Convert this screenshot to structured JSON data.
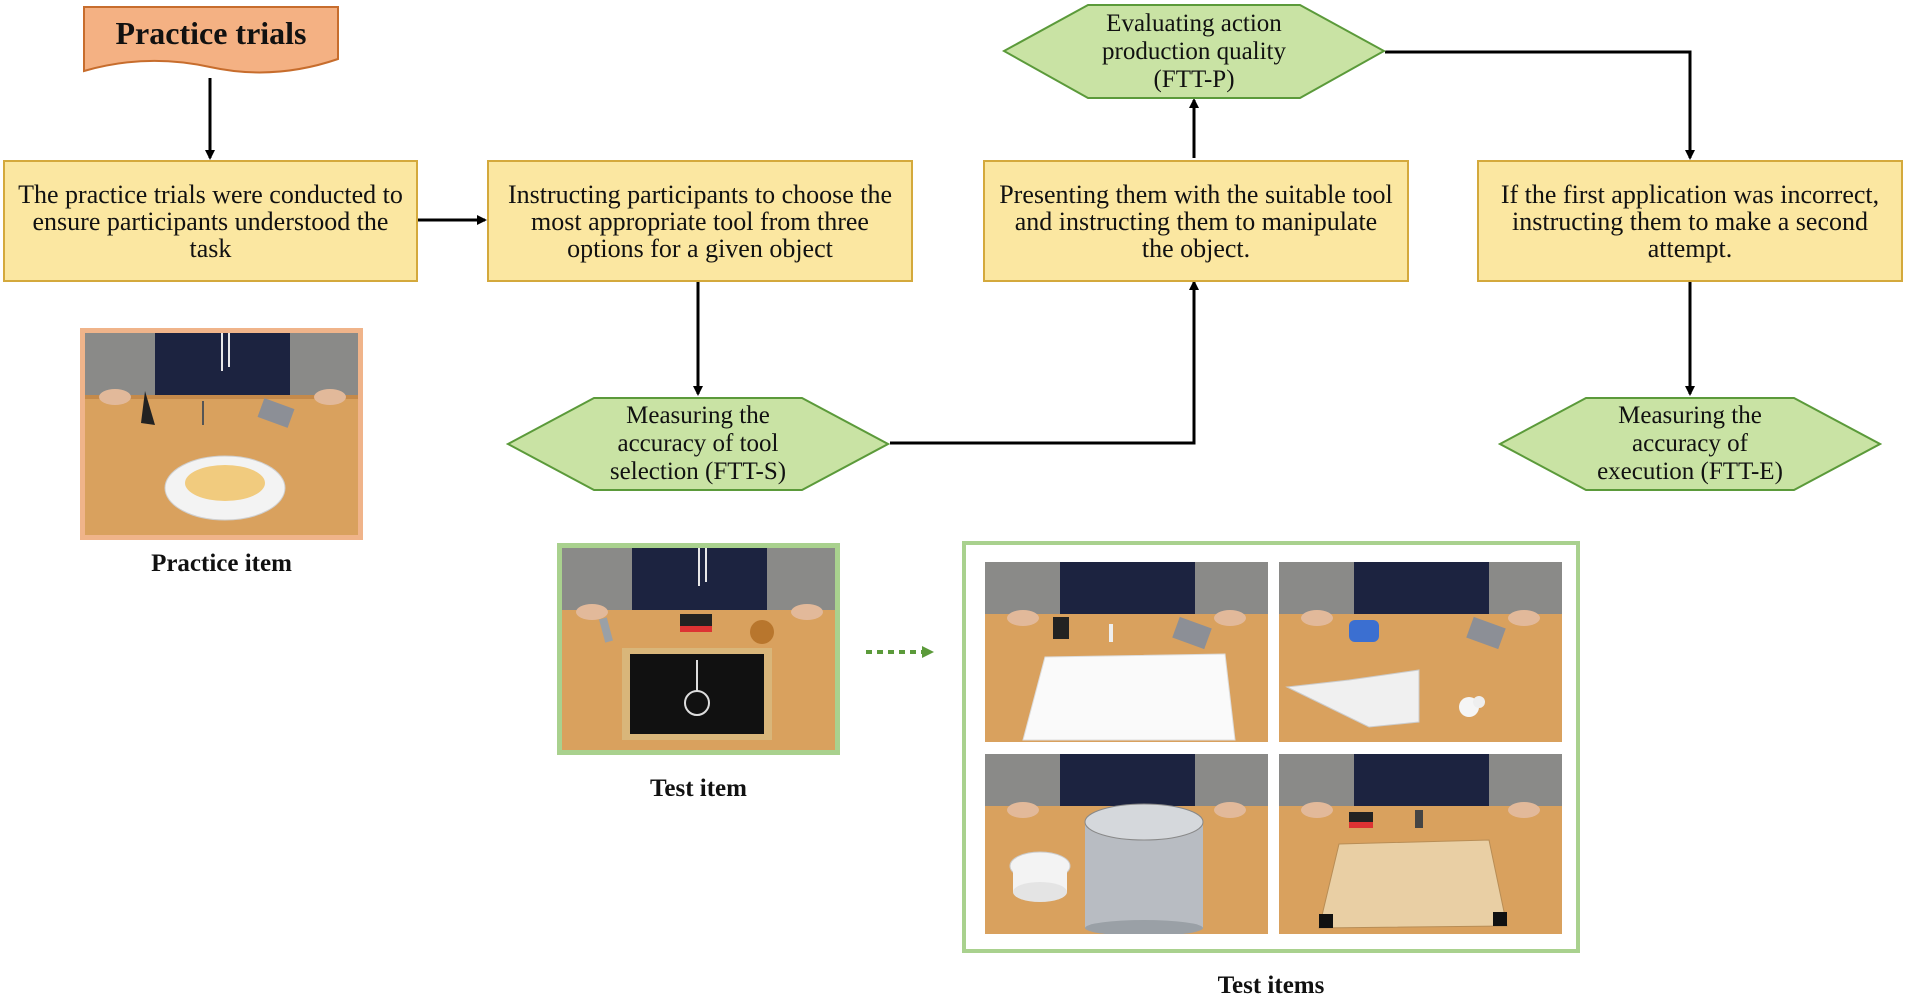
{
  "start": {
    "label": "Practice trials"
  },
  "boxes": {
    "practice": "The practice trials were conducted to ensure participants understood the task",
    "instruct": "Instructing participants to choose the most appropriate tool from three options for a given object",
    "present": "Presenting them with the suitable tool and instructing them to manipulate the object.",
    "second": "If the first application was incorrect, instructing them to make a second attempt."
  },
  "hexagons": {
    "selection": "Measuring the accuracy of tool selection (FTT-S)",
    "production": "Evaluating action production quality (FTT-P)",
    "execution": "Measuring the accuracy of execution (FTT-E)"
  },
  "captions": {
    "practice_item": "Practice item",
    "test_item": "Test item",
    "test_items": "Test items"
  },
  "colors": {
    "box_fill": "#fbe7a1",
    "box_border": "#d4a93c",
    "hex_fill": "#c9e3a4",
    "hex_border": "#5b9a3a",
    "start_fill": "#f4b183",
    "photo_frame_orange": "#f0b48a",
    "photo_frame_green": "#a9d18e"
  }
}
